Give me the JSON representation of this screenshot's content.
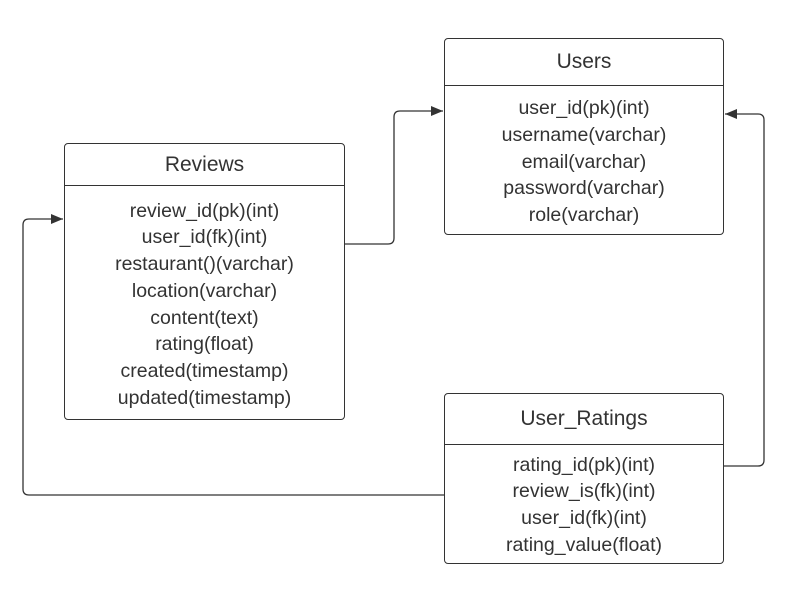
{
  "entities": {
    "reviews": {
      "title": "Reviews",
      "fields": [
        "review_id(pk)(int)",
        "user_id(fk)(int)",
        "restaurant()(varchar)",
        "location(varchar)",
        "content(text)",
        "rating(float)",
        "created(timestamp)",
        "updated(timestamp)"
      ]
    },
    "users": {
      "title": "Users",
      "fields": [
        "user_id(pk)(int)",
        "username(varchar)",
        "email(varchar)",
        "password(varchar)",
        "role(varchar)"
      ]
    },
    "user_ratings": {
      "title": "User_Ratings",
      "fields": [
        "rating_id(pk)(int)",
        "review_is(fk)(int)",
        "user_id(fk)(int)",
        "rating_value(float)"
      ]
    }
  },
  "colors": {
    "line": "#333333",
    "text": "#333333",
    "background": "#ffffff"
  }
}
